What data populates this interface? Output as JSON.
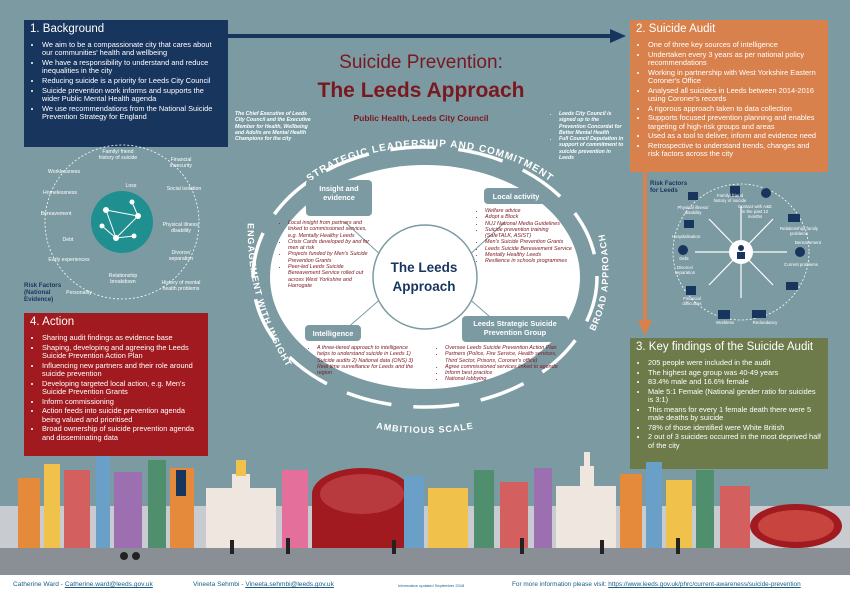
{
  "title_line1": "Suicide Prevention:",
  "title_line2": "The Leeds Approach",
  "subtitle": "Public Health, Leeds City Council",
  "background": {
    "heading": "1. Background",
    "items": [
      "We aim to be a compassionate city that cares about our communities' health and wellbeing",
      "We have a responsibility to understand and reduce inequalities in the city",
      "Reducing suicide is a priority for Leeds City Council",
      "Suicide prevention work informs and supports the wider Public Mental Health agenda",
      "We use recommendations from the National Suicide Prevention Strategy for England"
    ]
  },
  "audit": {
    "heading": "2. Suicide Audit",
    "items": [
      "One of three key sources of intelligence",
      "Undertaken every 3 years as per national policy recommendations",
      "Working in partnership with West Yorkshire Eastern Coroner's Office",
      "Analysed all suicides in Leeds between 2014-2016 using Coroner's records",
      "A rigorous approach taken to data collection",
      "Supports focused prevention planning and enables targeting of high-risk groups and areas",
      "Used as a tool to deliver, inform and evidence need",
      "Retrospective to understand trends, changes and risk factors across the city"
    ]
  },
  "key_findings": {
    "heading": "3. Key findings of the Suicide Audit",
    "items": [
      "205 people were included in the audit",
      "The highest age group was 40-49 years",
      "83.4% male and 16.6% female",
      "Male 5:1 Female (National gender ratio for suicides is 3:1)",
      "This means for every 1 female death there were 5 male deaths by suicide",
      "78% of those identified were White British",
      "2 out of 3 suicides occurred in the most deprived half of the city"
    ]
  },
  "action": {
    "heading": "4. Action",
    "items": [
      "Sharing audit findings as evidence base",
      "Shaping, developing and agreeing the Leeds Suicide Prevention Action Plan",
      "Influencing new partners and their role around suicide prevention",
      "Developing targeted local action, e.g. Men's Suicide Prevention Grants",
      "Inform commissioning",
      "Action feeds into suicide prevention agenda being valued and prioritised",
      "Broad ownership of suicide prevention agenda and disseminating data"
    ]
  },
  "note_left": "The Chief Executive of Leeds City Council and the Executive Member for Health, Wellbeing and Adults are Mental Health Champions for the city",
  "note_right": [
    "Leeds City Council is signed up to the Prevention Concordat for Better Mental Health",
    "Full Council Deputation in support of commitment to suicide prevention in Leeds"
  ],
  "ring": {
    "top": "STRATEGIC LEADERSHIP AND COMMITMENT",
    "left": "ENGAGEMENT WITH INSIGHT",
    "right": "BROAD APPROACH",
    "bottom": "AMBITIOUS SCALE"
  },
  "center": {
    "line1": "The Leeds",
    "line2": "Approach"
  },
  "insight": {
    "heading": "Insight and evidence",
    "items": [
      "Local insight from partners and linked to commissioned services, e.g. Mentally Healthy Leeds",
      "Crisis Cards developed by and for men at risk",
      "Projects funded by Men's Suicide Prevention Grants",
      "Peer-led Leeds Suicide Bereavement Service rolled out across West Yorkshire and Harrogate"
    ]
  },
  "local_activity": {
    "heading": "Local activity",
    "items": [
      "Welfare advice",
      "Adopt a Block",
      "NUJ National Media Guidelines",
      "Suicide prevention training (SafeTALK, ASIST)",
      "Men's Suicide Prevention Grants",
      "Leeds Suicide Bereavement Service",
      "Mentally Healthy Leeds",
      "Resilience in schools programmes"
    ]
  },
  "intelligence": {
    "heading": "Intelligence",
    "items": [
      "A three-tiered approach to intelligence helps to understand suicide in Leeds 1) Suicide audits 2) National data (ONS) 3) Real time surveillance for Leeds and the region"
    ]
  },
  "strategic_group": {
    "heading": "Leeds Strategic Suicide Prevention Group",
    "items": [
      "Oversee Leeds Suicide Prevention Action Plan",
      "Partners (Police, Fire Service, Health services, Third Sector, Prisons, Coroner's office)",
      "Agree commissioned services linked to agenda",
      "Inform best practice",
      "National lobbying"
    ]
  },
  "risk_left": {
    "title_lines": [
      "Risk Factors",
      "(National",
      "Evidence)"
    ],
    "labels": [
      "Family/ friend history of suicide",
      "Financial insecurity",
      "Social isolation",
      "Physical illness/ disability",
      "Divorce/ separation",
      "History of mental health problems",
      "Relationship breakdown",
      "Personality",
      "Early experiences",
      "Debt",
      "Bereavement",
      "Homelessness",
      "Loss",
      "Worklessness"
    ]
  },
  "risk_right": {
    "title_lines": [
      "Risk Factors",
      "for Leeds"
    ],
    "labels": [
      "Family/ friend history of suicide",
      "Contact with A&E in the past 12 months",
      "Physical illness/ disability",
      "Relationship/ family problems",
      "Hospitalisation",
      "Bereavement",
      "Debt",
      "Divorce/ separation",
      "Current problems",
      "Financial difficulties",
      "Workless",
      "Redundancy"
    ]
  },
  "footer": {
    "name1": "Catherine  Ward  -",
    "email1": "Catherine.ward@leeds.gov.uk",
    "name2": "Vineeta  Sehmbi  -",
    "email2": "Vineeta.sehmbi@leeds.gov.uk",
    "updated": "Information updated September 2018",
    "more": "For  more  information  please  visit:",
    "url": "https://www.leeds.gov.uk/phrc/current-awareness/suicide-prevention"
  },
  "colors": {
    "navy": "#18355e",
    "red": "#a11a20",
    "orange": "#d9814d",
    "olive": "#6d7a49",
    "maroon": "#7a1820",
    "teal": "#7c9aa2",
    "wheel": "#1f8f8f"
  }
}
